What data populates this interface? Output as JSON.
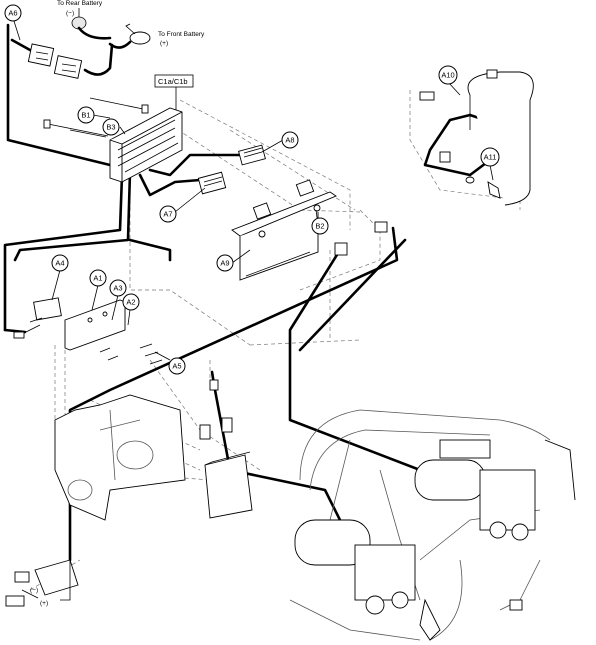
{
  "labels": {
    "rear_battery": "To Rear Battery",
    "rear_sign": "(−)",
    "front_battery": "To Front Battery",
    "front_sign": "(+)",
    "controller_box": "C1a/C1b",
    "bottom_neg": "(−)",
    "bottom_pos": "(+)"
  },
  "callouts": {
    "A6": "A6",
    "B1": "B1",
    "B3": "B3",
    "A8": "A8",
    "A7": "A7",
    "A10": "A10",
    "A11": "A11",
    "B2": "B2",
    "A9": "A9",
    "A4": "A4",
    "A1": "A1",
    "A3": "A3",
    "A2": "A2",
    "A5": "A5"
  }
}
